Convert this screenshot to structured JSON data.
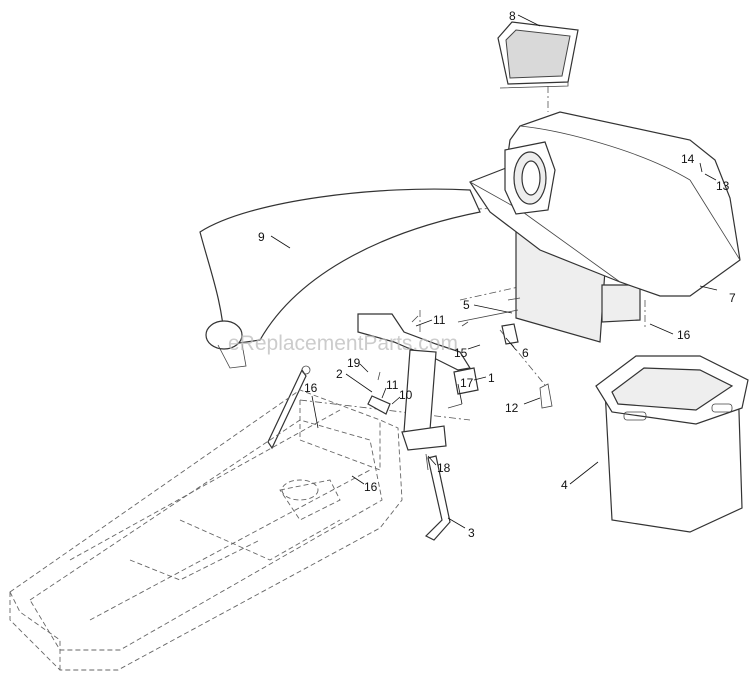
{
  "watermark": "eReplacementParts.com",
  "callouts": {
    "c1": "1",
    "c2": "2",
    "c3": "3",
    "c4": "4",
    "c5": "5",
    "c6": "6",
    "c7": "7",
    "c8": "8",
    "c9": "9",
    "c10": "10",
    "c11a": "11",
    "c11b": "11",
    "c12": "12",
    "c13": "13",
    "c14": "14",
    "c15": "15",
    "c16a": "16",
    "c16b": "16",
    "c16c": "16",
    "c17": "17",
    "c18": "18",
    "c19": "19"
  }
}
